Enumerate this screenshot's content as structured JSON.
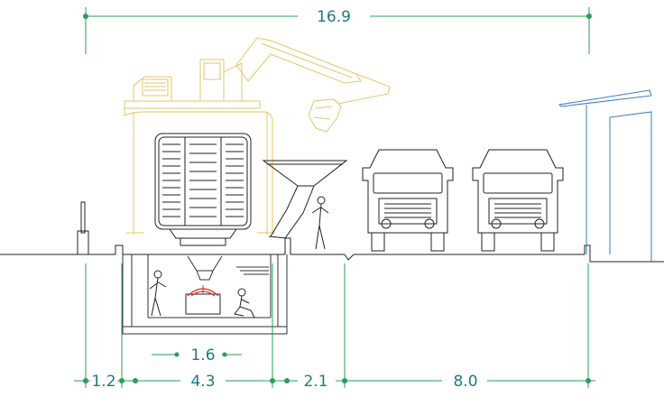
{
  "dimensions": {
    "overall": "16.9",
    "hopper_width": "1.6",
    "seg_a": "1.2",
    "seg_b": "4.3",
    "seg_c": "2.1",
    "seg_d": "8.0"
  },
  "colors": {
    "dimension": "#2e9b5a",
    "dimension_text": "#1f7a78",
    "equipment": "#e3c56a",
    "structure": "#222222",
    "building": "#3b7bbf",
    "detail": "#d0352b"
  },
  "icons": [
    "excavator-icon",
    "truck-icon",
    "worker-icon",
    "hopper-icon",
    "grab-bucket-icon"
  ]
}
